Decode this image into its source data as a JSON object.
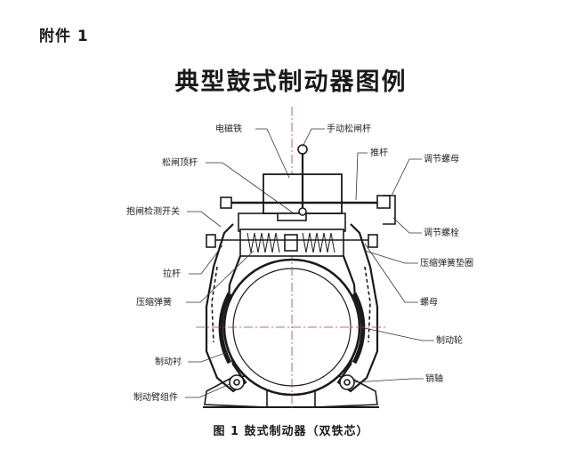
{
  "header": {
    "attachment": "附件 1",
    "title": "典型鼓式制动器图例"
  },
  "diagram": {
    "labels": {
      "electromagnet": "电磁铁",
      "manual_release_lever": "手动松闸杆",
      "release_detect_lever": "松闸顶杆",
      "push_rod": "推杆",
      "adjust_nut_top": "调节螺母",
      "brake_detect_switch": "抱闸检测开关",
      "adjust_bolt": "调节螺栓",
      "pull_rod": "拉杆",
      "spring_washer": "压缩弹簧垫圈",
      "compression_spring": "压缩弹簧",
      "nut": "螺母",
      "brake_lining": "制动衬",
      "brake_wheel": "制动轮",
      "pin_shaft": "销轴",
      "brake_arm_assembly": "制动臂组件"
    },
    "caption": "图 1  鼓式制动器（双铁芯）"
  }
}
